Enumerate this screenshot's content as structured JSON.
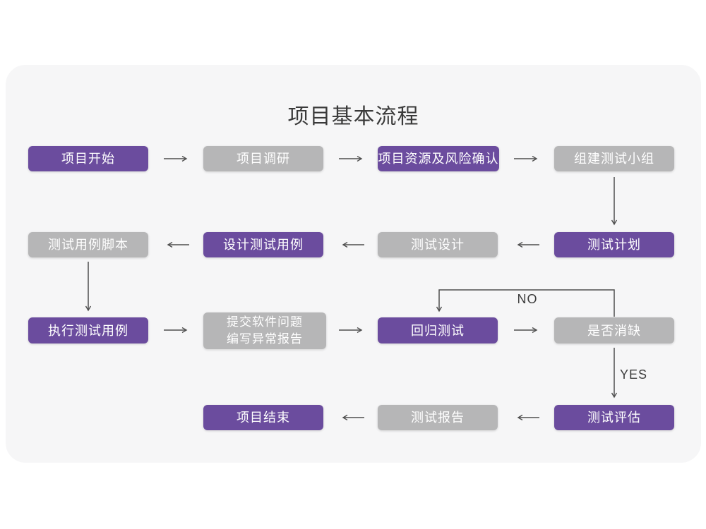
{
  "title": "项目基本流程",
  "decision_labels": {
    "no": "NO",
    "yes": "YES"
  },
  "colors": {
    "primary_purple": "#6b4c9e",
    "secondary_gray": "#b6b6b7",
    "card_background": "#f6f6f7",
    "arrow": "#4f4f4f",
    "title_text": "#3a3a3a",
    "node_text": "#ffffff"
  },
  "nodes": {
    "project_start": {
      "label": "项目开始"
    },
    "project_research": {
      "label": "项目调研"
    },
    "resource_risk_confirm": {
      "label": "项目资源及风险确认"
    },
    "build_test_team": {
      "label": "组建测试小组"
    },
    "test_plan": {
      "label": "测试计划"
    },
    "test_design": {
      "label": "测试设计"
    },
    "design_test_cases": {
      "label": "设计测试用例"
    },
    "test_case_scripts": {
      "label": "测试用例脚本"
    },
    "execute_test_cases": {
      "label": "执行测试用例"
    },
    "submit_issue_report": {
      "label": "提交软件问题\n编写异常报告"
    },
    "regression_test": {
      "label": "回归测试"
    },
    "defect_cleared": {
      "label": "是否消缺"
    },
    "test_evaluation": {
      "label": "测试评估"
    },
    "test_report": {
      "label": "测试报告"
    },
    "project_end": {
      "label": "项目结束"
    }
  }
}
